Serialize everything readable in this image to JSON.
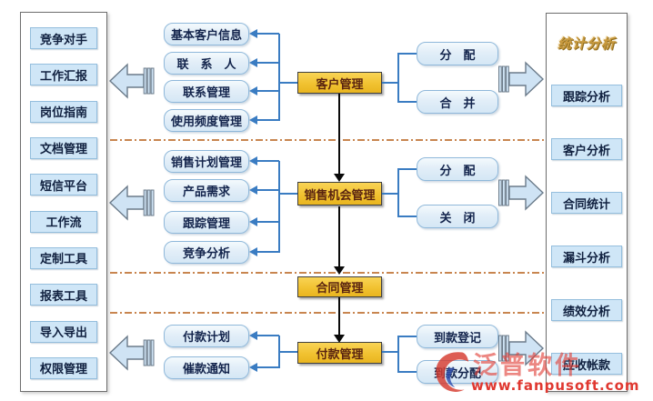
{
  "left_panel": {
    "items": [
      "竞争对手",
      "工作汇报",
      "岗位指南",
      "文档管理",
      "短信平台",
      "工作流",
      "定制工具",
      "报表工具",
      "导入导出",
      "权限管理"
    ]
  },
  "flow": {
    "groups": [
      {
        "center": "客户管理",
        "left_items": [
          "基本客户信息",
          "联　系　人",
          "联系管理",
          "使用频度管理"
        ],
        "right_items": [
          "分　配",
          "合　并"
        ]
      },
      {
        "center": "销售机会管理",
        "left_items": [
          "销售计划管理",
          "产品需求",
          "跟踪管理",
          "竞争分析"
        ],
        "right_items": [
          "分　配",
          "关　闭"
        ]
      },
      {
        "center": "合同管理",
        "left_items": [],
        "right_items": []
      },
      {
        "center": "付款管理",
        "left_items": [
          "付款计划",
          "催款通知"
        ],
        "right_items": [
          "到款登记",
          "到款分配"
        ]
      }
    ]
  },
  "right_panel": {
    "title": "统计分析",
    "items": [
      "跟踪分析",
      "客户分析",
      "合同统计",
      "漏斗分析",
      "绩效分析",
      "应收帐款"
    ]
  },
  "watermark": {
    "brand": "泛普软件",
    "url": "www.fanpusoft.com"
  },
  "colors": {
    "accent_yellow": "#f1c231",
    "box_blue": "#cfe6f7",
    "line_blue": "#3a7cc2",
    "dash_orange": "#c8854f",
    "title_gold": "#c99a3f",
    "watermark_red": "#e03830"
  }
}
